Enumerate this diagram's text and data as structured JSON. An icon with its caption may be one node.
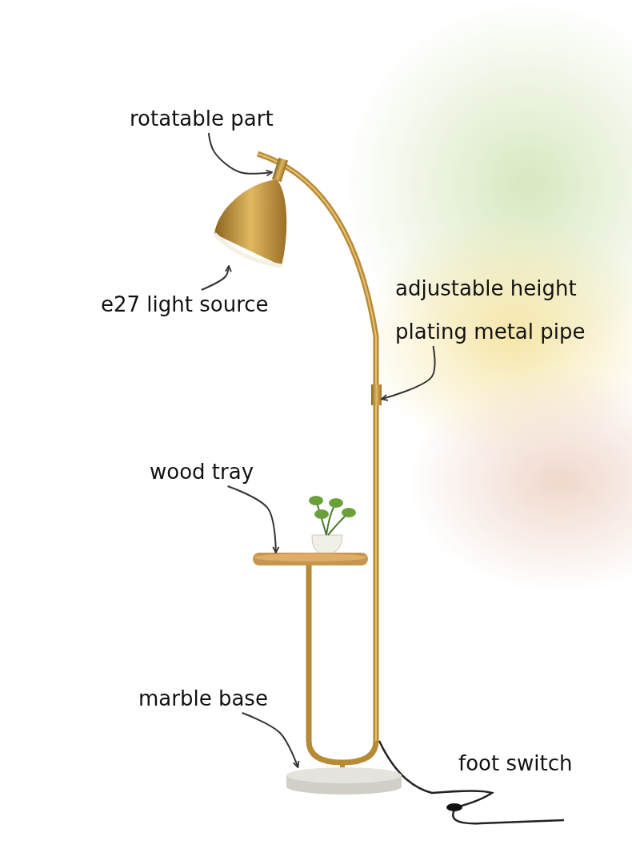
{
  "diagram": {
    "nodes": [
      {
        "text": [
          "rotatable part"
        ]
      },
      {
        "text": [],
        "shape": "bar"
      },
      {
        "text": [
          "e27 light source"
        ]
      },
      {
        "text": [],
        "shape": "cone"
      },
      {
        "text": [
          "plating metal pipe"
        ]
      },
      {
        "text": [],
        "shape": "bar"
      },
      {
        "text": [
          "wood tray"
        ]
      },
      {
        "text": [],
        "shape": "disc"
      },
      {
        "text": [
          "marble base"
        ]
      },
      {
        "text": [],
        "shape": "cylinder"
      }
    ],
    "edges": [
      {
        "from": 0,
        "to": 1,
        "arrow": "to"
      },
      {
        "from": 2,
        "to": 3,
        "arrow": "to"
      },
      {
        "from": 4,
        "to": 5,
        "arrow": "to"
      },
      {
        "from": 6,
        "to": 7,
        "arrow": "to"
      },
      {
        "from": 8,
        "to": 9,
        "arrow": "to"
      }
    ],
    "labels": [
      "adjustable height",
      "foot switch"
    ]
  }
}
